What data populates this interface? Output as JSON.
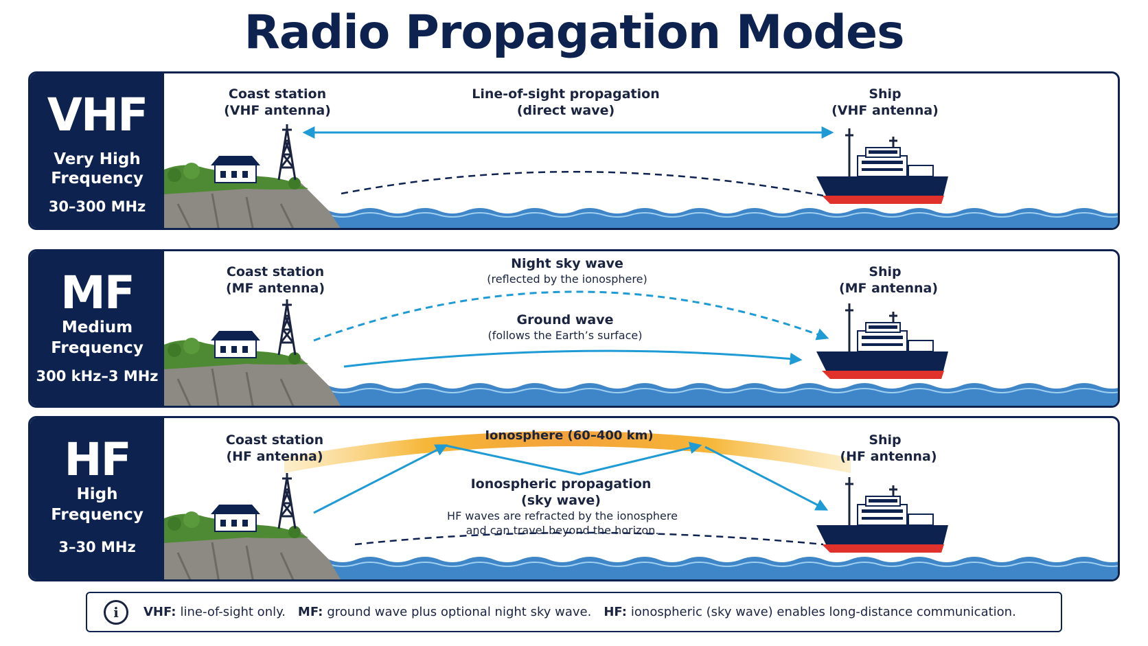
{
  "title": "Radio Propagation Modes",
  "colors": {
    "navy": "#0e2250",
    "signal": "#1e9bd4",
    "sea": "#3f86c8",
    "grass": "#4e8a33",
    "ionosphere": "#f6b638"
  },
  "bands": [
    {
      "abbr": "VHF",
      "full_line1": "Very High",
      "full_line2": "Frequency",
      "range": "30–300 MHz",
      "station_line1": "Coast station",
      "station_line2": "(VHF antenna)",
      "ship_line1": "Ship",
      "ship_line2": "(VHF antenna)",
      "wave_line1": "Line-of-sight propagation",
      "wave_line2": "(direct wave)"
    },
    {
      "abbr": "MF",
      "full_line1": "Medium",
      "full_line2": "Frequency",
      "range": "300 kHz–3 MHz",
      "station_line1": "Coast station",
      "station_line2": "(MF antenna)",
      "ship_line1": "Ship",
      "ship_line2": "(MF antenna)",
      "sky_line1": "Night sky wave",
      "sky_line2": "(reflected by the ionosphere)",
      "ground_line1": "Ground wave",
      "ground_line2": "(follows the Earth’s surface)"
    },
    {
      "abbr": "HF",
      "full_line1": "High",
      "full_line2": "Frequency",
      "range": "3–30 MHz",
      "station_line1": "Coast station",
      "station_line2": "(HF antenna)",
      "ship_line1": "Ship",
      "ship_line2": "(HF antenna)",
      "ionosphere": "Ionosphere (60–400 km)",
      "prop_line1": "Ionospheric propagation",
      "prop_line2": "(sky wave)",
      "desc_line1": "HF waves are refracted by the ionosphere",
      "desc_line2": "and can travel beyond the horizon."
    }
  ],
  "note": {
    "icon": "info-icon",
    "vhf_key": "VHF:",
    "vhf_text": "line-of-sight only.",
    "mf_key": "MF:",
    "mf_text": "ground wave plus optional night sky wave.",
    "hf_key": "HF:",
    "hf_text": "ionospheric (sky wave) enables long-distance communication."
  }
}
